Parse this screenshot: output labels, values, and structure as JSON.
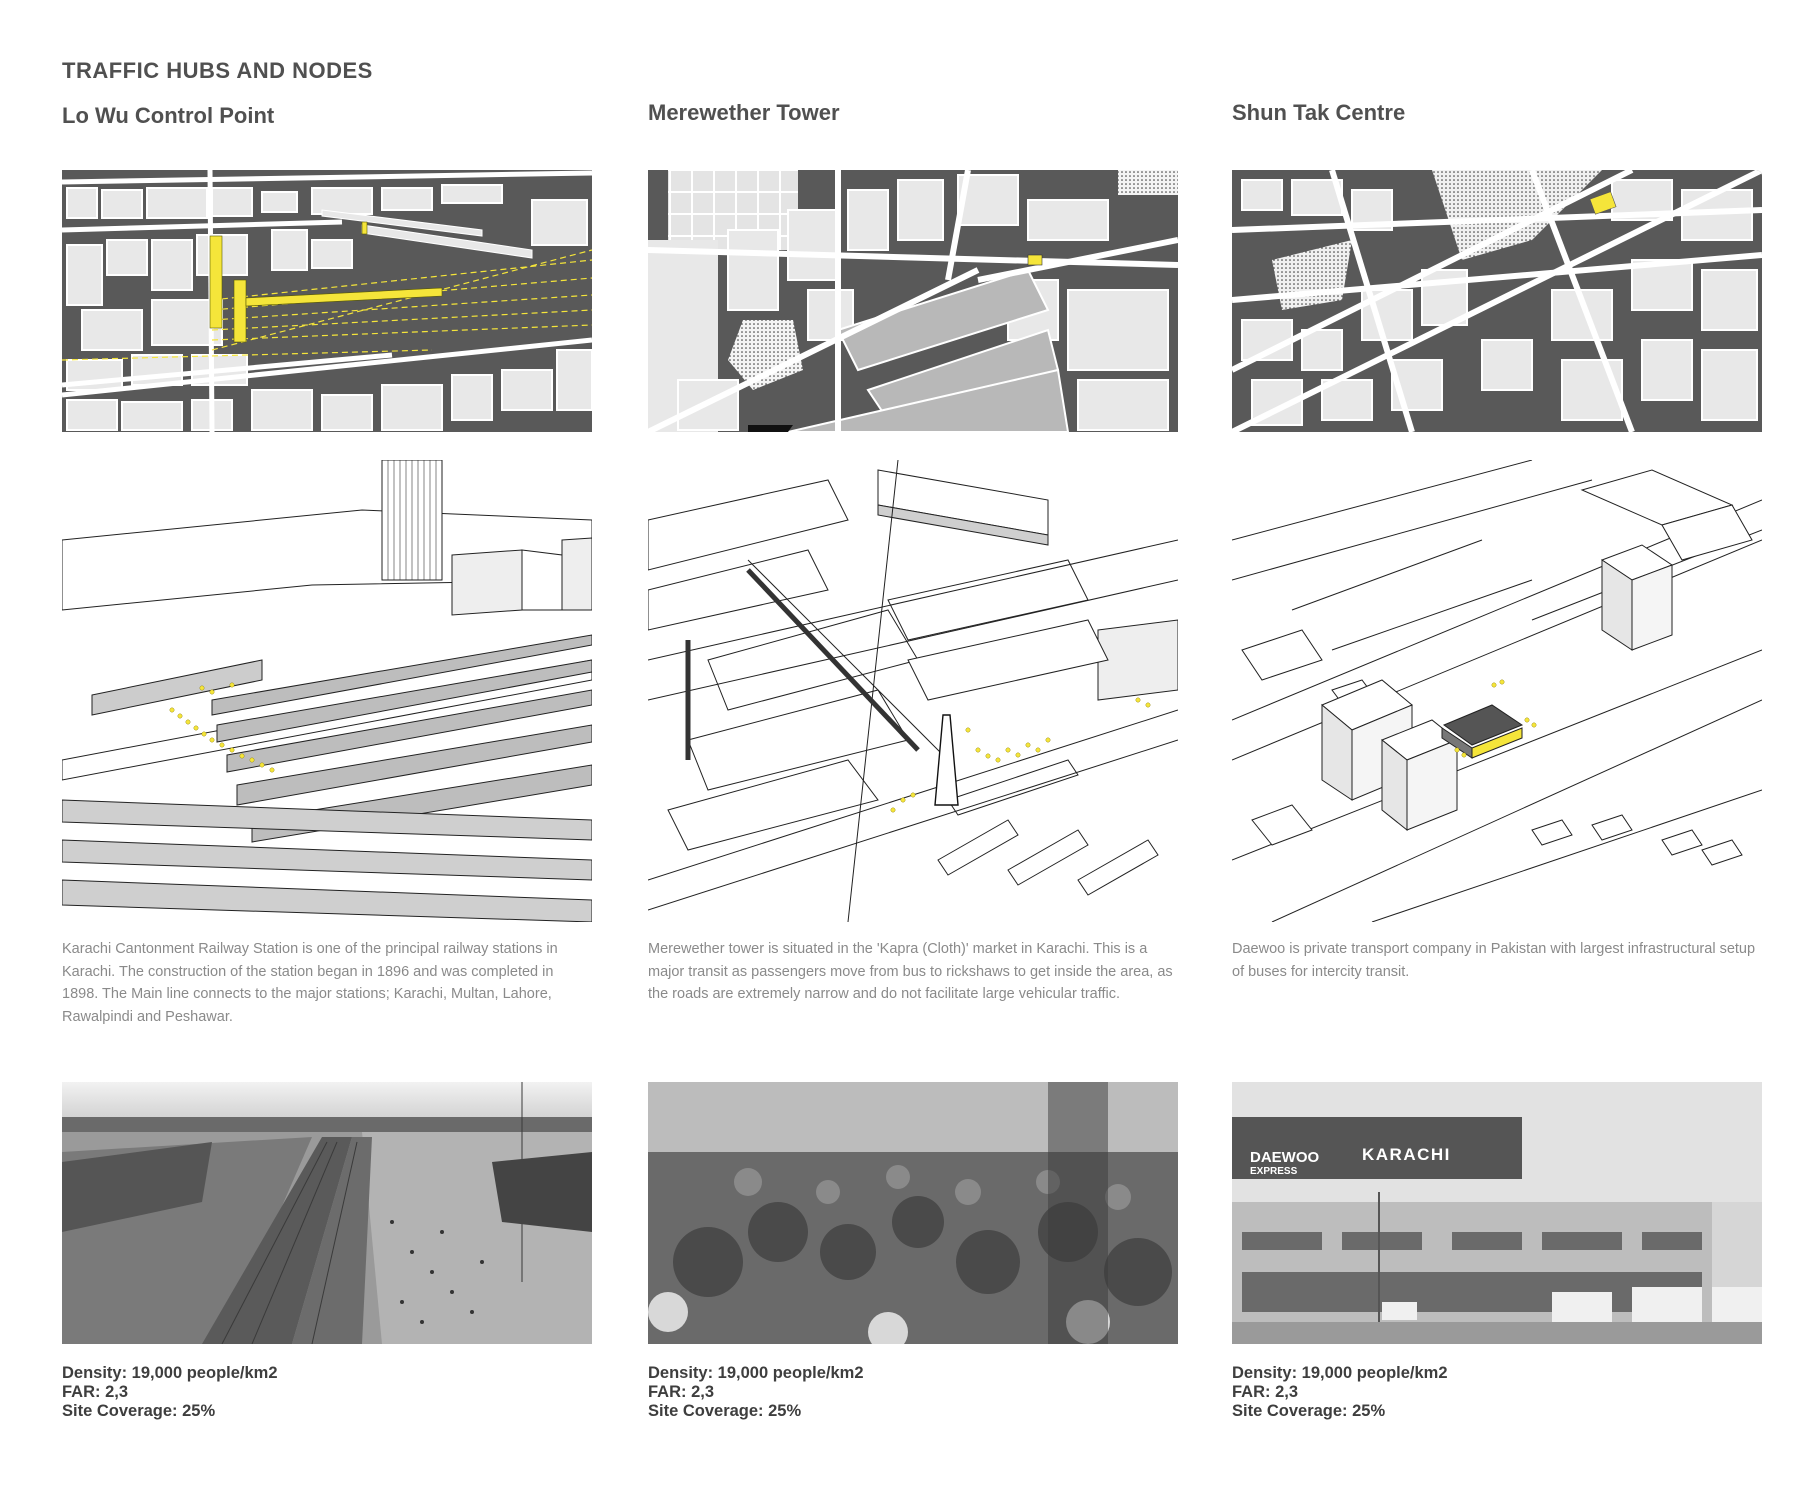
{
  "page": {
    "title": "TRAFFIC HUBS AND NODES"
  },
  "columns": [
    {
      "title": "Lo Wu Control Point",
      "description": "Karachi Cantonment Railway Station is one of the principal railway stations in Karachi. The construction of the station began in 1896 and was completed in 1898. The Main line connects to the major stations; Karachi, Multan, Lahore, Rawalpindi and Peshawar.",
      "stats": {
        "density": "Density: 19,000 people/km2",
        "far": "FAR: 2,3",
        "coverage": "Site Coverage: 25%"
      }
    },
    {
      "title": "Merewether Tower",
      "description": "Merewether tower is situated in the 'Kapra (Cloth)' market in Karachi. This is a major transit as passengers move from bus to rickshaws to get inside the area, as the roads are extremely narrow and  do not facilitate large vehicular traffic.",
      "stats": {
        "density": "Density: 19,000 people/km2",
        "far": "FAR: 2,3",
        "coverage": "Site Coverage: 25%"
      }
    },
    {
      "title": "Shun Tak Centre",
      "description": "Daewoo is private transport company in Pakistan with largest infrastructural setup of buses for intercity transit.",
      "stats": {
        "density": "Density: 19,000 people/km2",
        "far": "FAR: 2,3",
        "coverage": "Site Coverage: 25%"
      },
      "photo_sign": {
        "brand": "DAEWOO",
        "brand_sub": "EXPRESS",
        "city": "KARACHI"
      }
    }
  ],
  "colors": {
    "map_dark": "#595959",
    "map_light": "#e8e8e8",
    "highlight": "#f5e53a",
    "text_grey": "#8a8a8a"
  }
}
